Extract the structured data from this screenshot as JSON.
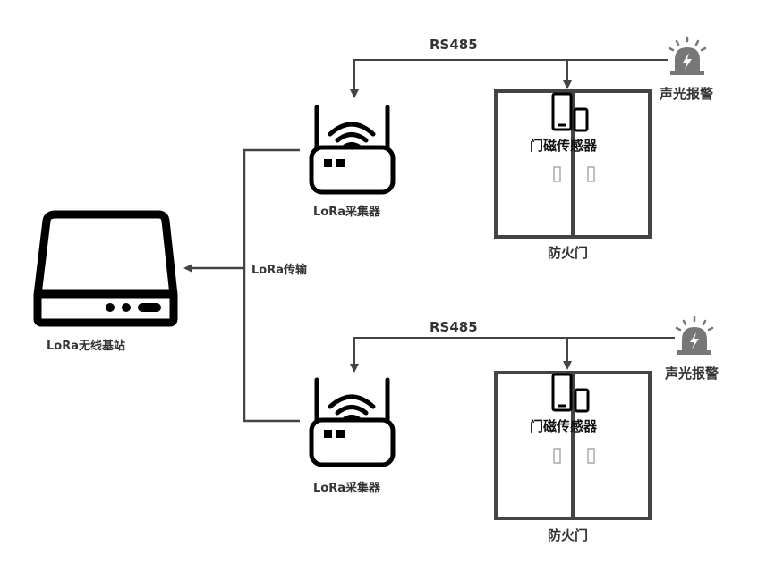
{
  "diagram": {
    "base_station": {
      "label": "LoRa无线基站",
      "icon": "base-station-icon"
    },
    "link_label": "LoRa传输",
    "units": [
      {
        "collector": {
          "label": "LoRa采集器",
          "icon": "router-icon"
        },
        "bus_label": "RS485",
        "alarm": {
          "label": "声光报警",
          "icon": "alarm-light-icon"
        },
        "sensor_label": "门磁传感器",
        "door_label": "防火门"
      },
      {
        "collector": {
          "label": "LoRa采集器",
          "icon": "router-icon"
        },
        "bus_label": "RS485",
        "alarm": {
          "label": "声光报警",
          "icon": "alarm-light-icon"
        },
        "sensor_label": "门磁传感器",
        "door_label": "防火门"
      }
    ],
    "colors": {
      "line": "#444444",
      "icon": "#000000",
      "alarm": "#777777",
      "handle": "#aaaaaa",
      "text": "#333333"
    }
  }
}
